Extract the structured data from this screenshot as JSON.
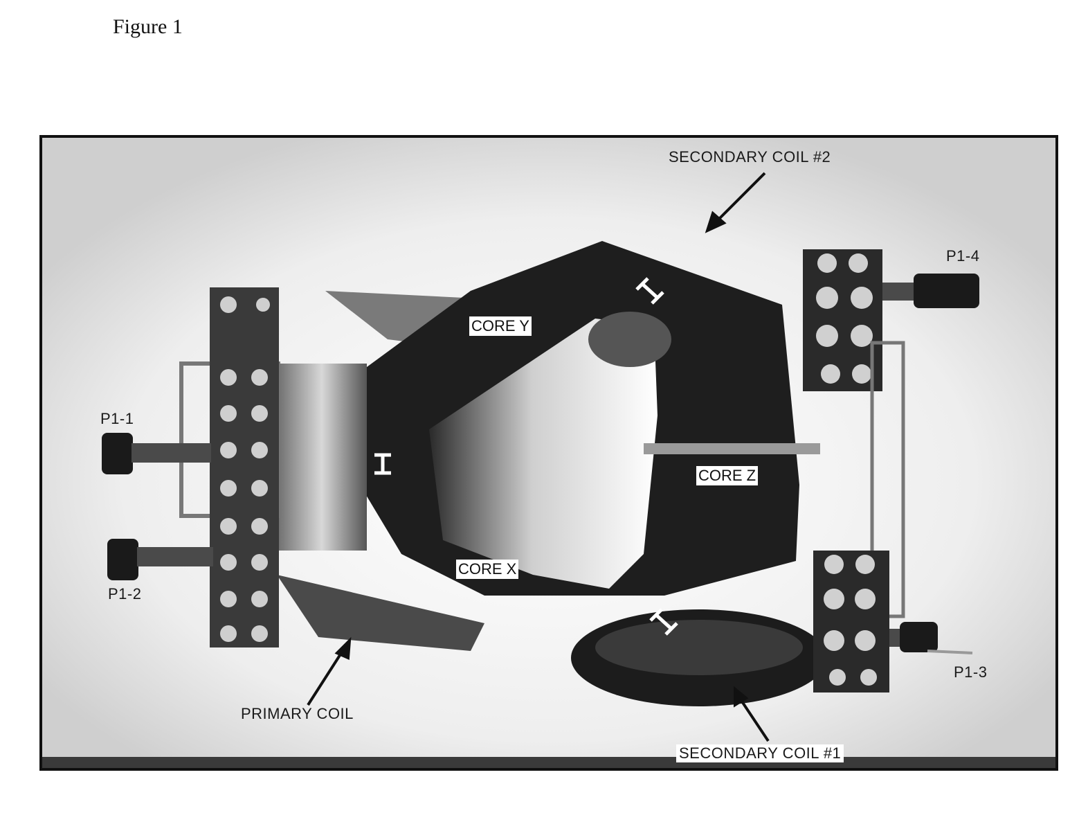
{
  "figure": {
    "title": "Figure 1"
  },
  "labels": {
    "secondary_coil_2": "SECONDARY COIL #2",
    "secondary_coil_1": "SECONDARY COIL #1",
    "primary_coil": "PRIMARY COIL",
    "core_x": "CORE X",
    "core_y": "CORE Y",
    "core_z": "CORE Z",
    "p1_1": "P1-1",
    "p1_2": "P1-2",
    "p1_3": "P1-3",
    "p1_4": "P1-4"
  }
}
